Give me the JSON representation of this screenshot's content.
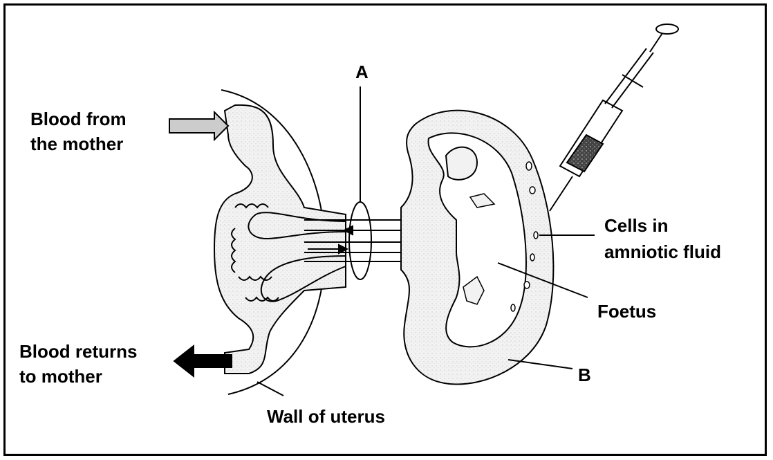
{
  "labels": {
    "a": "A",
    "blood_from_line1": "Blood from",
    "blood_from_line2": "the mother",
    "blood_returns_line1": "Blood returns",
    "blood_returns_line2": "to mother",
    "wall": "Wall of uterus",
    "cells_line1": "Cells in",
    "cells_line2": "amniotic fluid",
    "foetus": "Foetus",
    "b": "B"
  },
  "colors": {
    "outline": "#000000",
    "tissue_fill": "#eeeeee",
    "arrow_in_fill": "#cccccc",
    "arrow_out_fill": "#000000",
    "syringe_fill": "#555555"
  }
}
